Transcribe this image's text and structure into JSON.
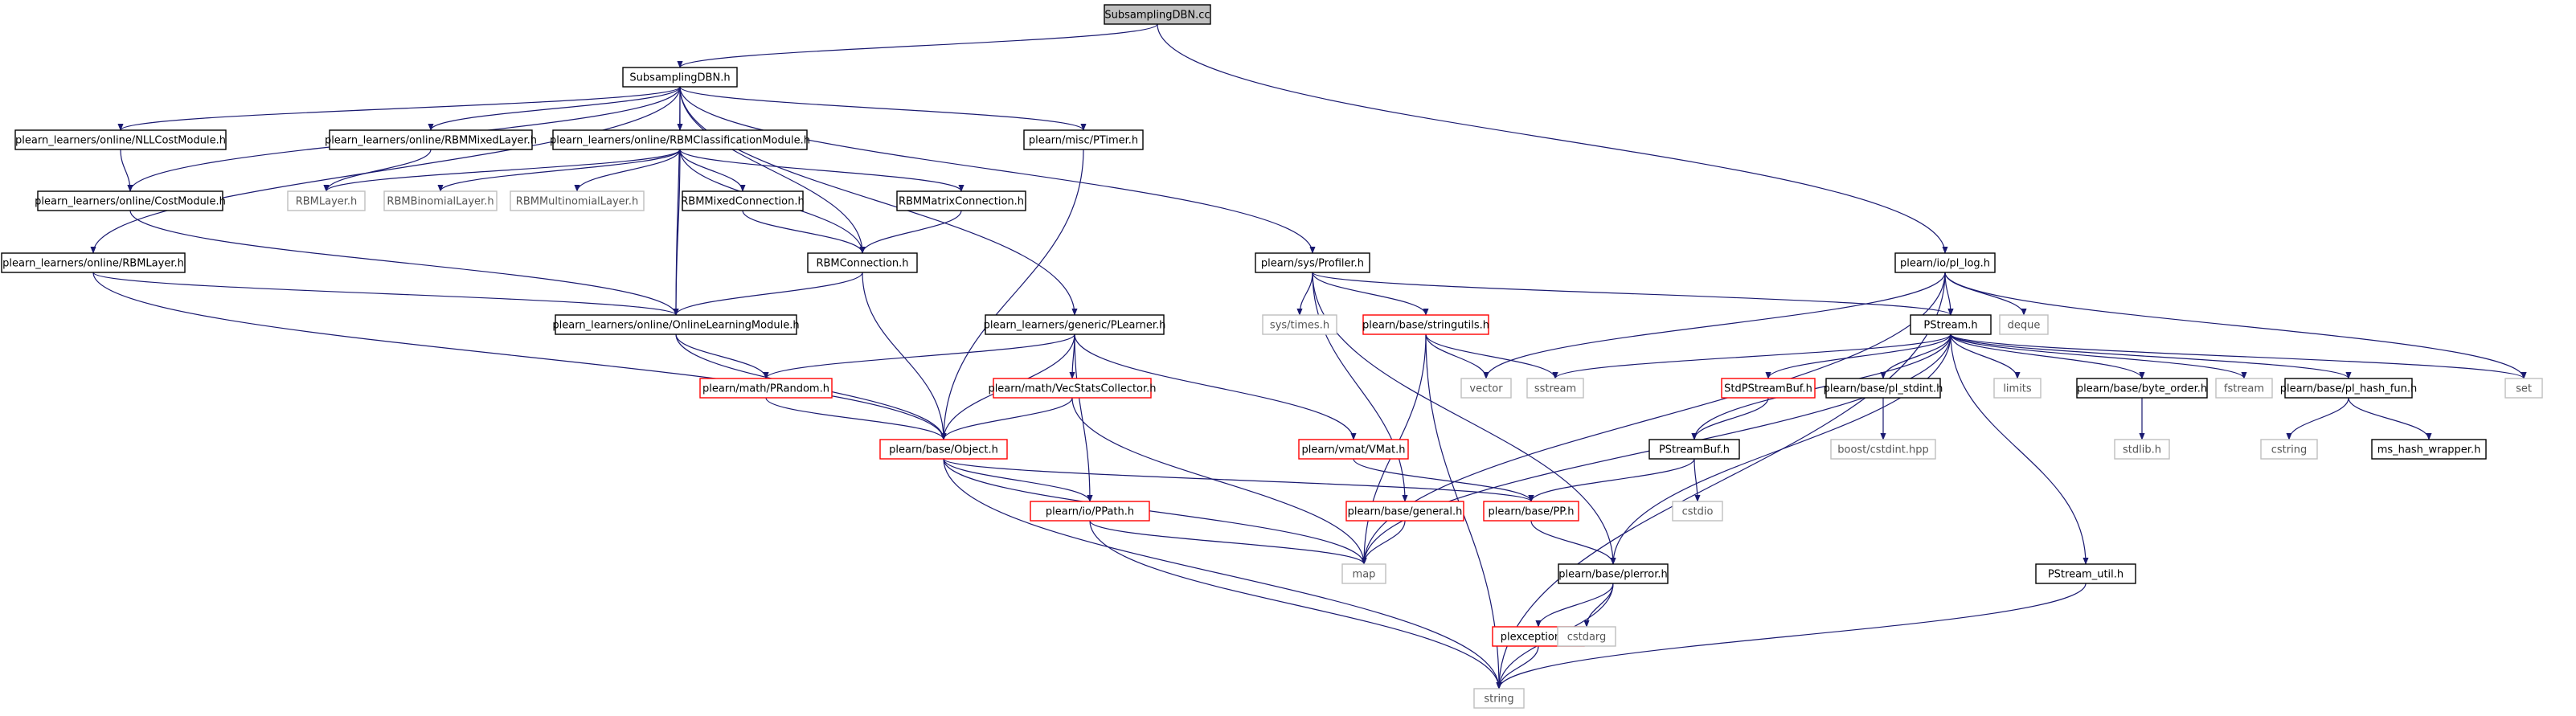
{
  "colors": {
    "edge": "#191970",
    "box_normal": "#000000",
    "box_truncated": "#ff0000",
    "box_system": "#bfbfbf",
    "root_fill": "#bfbfbf",
    "text_normal": "#000000",
    "text_system": "#555555"
  },
  "nodes": [
    {
      "id": "n1",
      "label": "SubsamplingDBN.cc",
      "kind": "root"
    },
    {
      "id": "n2",
      "label": "SubsamplingDBN.h",
      "kind": "normal"
    },
    {
      "id": "n3",
      "label": "plearn/io/pl_log.h",
      "kind": "normal"
    },
    {
      "id": "n4",
      "label": "plearn_learners/online/RBMLayer.h",
      "kind": "normal"
    },
    {
      "id": "n5",
      "label": "plearn_learners/online/NLLCostModule.h",
      "kind": "normal"
    },
    {
      "id": "n6",
      "label": "plearn_learners/online/CostModule.h",
      "kind": "normal"
    },
    {
      "id": "n7",
      "label": "plearn_learners/online/RBMMixedLayer.h",
      "kind": "normal"
    },
    {
      "id": "n8",
      "label": "plearn_learners/online/RBMClassificationModule.h",
      "kind": "normal"
    },
    {
      "id": "n9",
      "label": "plearn/misc/PTimer.h",
      "kind": "normal"
    },
    {
      "id": "n10",
      "label": "RBMLayer.h",
      "kind": "system"
    },
    {
      "id": "n11",
      "label": "RBMBinomialLayer.h",
      "kind": "system"
    },
    {
      "id": "n12",
      "label": "RBMMultinomialLayer.h",
      "kind": "system"
    },
    {
      "id": "n13",
      "label": "RBMMixedConnection.h",
      "kind": "normal"
    },
    {
      "id": "n14",
      "label": "RBMMatrixConnection.h",
      "kind": "normal"
    },
    {
      "id": "n15",
      "label": "RBMConnection.h",
      "kind": "normal"
    },
    {
      "id": "n16",
      "label": "plearn_learners/online/OnlineLearningModule.h",
      "kind": "normal"
    },
    {
      "id": "n17",
      "label": "plearn/math/PRandom.h",
      "kind": "truncated"
    },
    {
      "id": "n18",
      "label": "plearn_learners/generic/PLearner.h",
      "kind": "normal"
    },
    {
      "id": "n19",
      "label": "plearn/math/VecStatsCollector.h",
      "kind": "truncated"
    },
    {
      "id": "n20",
      "label": "plearn/base/Object.h",
      "kind": "truncated"
    },
    {
      "id": "n21",
      "label": "plearn/vmat/VMat.h",
      "kind": "truncated"
    },
    {
      "id": "n22",
      "label": "plearn/io/PPath.h",
      "kind": "truncated"
    },
    {
      "id": "n23",
      "label": "plearn/sys/Profiler.h",
      "kind": "normal"
    },
    {
      "id": "n24",
      "label": "sys/times.h",
      "kind": "system"
    },
    {
      "id": "n25",
      "label": "plearn/base/stringutils.h",
      "kind": "truncated"
    },
    {
      "id": "n26",
      "label": "vector",
      "kind": "system"
    },
    {
      "id": "n27",
      "label": "sstream",
      "kind": "system"
    },
    {
      "id": "n28",
      "label": "plearn/base/general.h",
      "kind": "truncated"
    },
    {
      "id": "n29",
      "label": "plearn/base/PP.h",
      "kind": "truncated"
    },
    {
      "id": "n30",
      "label": "map",
      "kind": "system"
    },
    {
      "id": "n31",
      "label": "plearn/base/plerror.h",
      "kind": "normal"
    },
    {
      "id": "n32",
      "label": "plexceptions.h",
      "kind": "truncated"
    },
    {
      "id": "n33",
      "label": "cstdarg",
      "kind": "system"
    },
    {
      "id": "n34",
      "label": "string",
      "kind": "system"
    },
    {
      "id": "n35",
      "label": "PStream.h",
      "kind": "normal"
    },
    {
      "id": "n36",
      "label": "deque",
      "kind": "system"
    },
    {
      "id": "n37",
      "label": "StdPStreamBuf.h",
      "kind": "truncated"
    },
    {
      "id": "n38",
      "label": "plearn/base/pl_stdint.h",
      "kind": "normal"
    },
    {
      "id": "n39",
      "label": "limits",
      "kind": "system"
    },
    {
      "id": "n40",
      "label": "plearn/base/byte_order.h",
      "kind": "normal"
    },
    {
      "id": "n41",
      "label": "fstream",
      "kind": "system"
    },
    {
      "id": "n42",
      "label": "plearn/base/pl_hash_fun.h",
      "kind": "normal"
    },
    {
      "id": "n43",
      "label": "set",
      "kind": "system"
    },
    {
      "id": "n44",
      "label": "PStreamBuf.h",
      "kind": "normal"
    },
    {
      "id": "n45",
      "label": "boost/cstdint.hpp",
      "kind": "system"
    },
    {
      "id": "n46",
      "label": "stdlib.h",
      "kind": "system"
    },
    {
      "id": "n47",
      "label": "cstring",
      "kind": "system"
    },
    {
      "id": "n48",
      "label": "ms_hash_wrapper.h",
      "kind": "normal"
    },
    {
      "id": "n49",
      "label": "cstdio",
      "kind": "system"
    },
    {
      "id": "n50",
      "label": "PStream_util.h",
      "kind": "normal"
    }
  ],
  "edges": [
    [
      "n1",
      "n2"
    ],
    [
      "n1",
      "n3"
    ],
    [
      "n2",
      "n4"
    ],
    [
      "n2",
      "n5"
    ],
    [
      "n2",
      "n6"
    ],
    [
      "n2",
      "n7"
    ],
    [
      "n2",
      "n8"
    ],
    [
      "n2",
      "n9"
    ],
    [
      "n2",
      "n15"
    ],
    [
      "n2",
      "n16"
    ],
    [
      "n2",
      "n18"
    ],
    [
      "n2",
      "n23"
    ],
    [
      "n5",
      "n6"
    ],
    [
      "n6",
      "n16"
    ],
    [
      "n4",
      "n16"
    ],
    [
      "n4",
      "n20"
    ],
    [
      "n7",
      "n10"
    ],
    [
      "n8",
      "n10"
    ],
    [
      "n8",
      "n11"
    ],
    [
      "n8",
      "n12"
    ],
    [
      "n8",
      "n13"
    ],
    [
      "n8",
      "n14"
    ],
    [
      "n8",
      "n15"
    ],
    [
      "n8",
      "n16"
    ],
    [
      "n13",
      "n15"
    ],
    [
      "n14",
      "n15"
    ],
    [
      "n15",
      "n16"
    ],
    [
      "n15",
      "n20"
    ],
    [
      "n16",
      "n17"
    ],
    [
      "n16",
      "n20"
    ],
    [
      "n17",
      "n20"
    ],
    [
      "n9",
      "n20"
    ],
    [
      "n18",
      "n17"
    ],
    [
      "n18",
      "n19"
    ],
    [
      "n18",
      "n20"
    ],
    [
      "n18",
      "n21"
    ],
    [
      "n18",
      "n22"
    ],
    [
      "n19",
      "n20"
    ],
    [
      "n19",
      "n30"
    ],
    [
      "n21",
      "n29"
    ],
    [
      "n20",
      "n22"
    ],
    [
      "n20",
      "n29"
    ],
    [
      "n20",
      "n30"
    ],
    [
      "n20",
      "n34"
    ],
    [
      "n22",
      "n30"
    ],
    [
      "n22",
      "n34"
    ],
    [
      "n23",
      "n24"
    ],
    [
      "n23",
      "n25"
    ],
    [
      "n23",
      "n28"
    ],
    [
      "n23",
      "n31"
    ],
    [
      "n23",
      "n35"
    ],
    [
      "n25",
      "n26"
    ],
    [
      "n25",
      "n27"
    ],
    [
      "n25",
      "n30"
    ],
    [
      "n25",
      "n34"
    ],
    [
      "n28",
      "n30"
    ],
    [
      "n29",
      "n31"
    ],
    [
      "n31",
      "n32"
    ],
    [
      "n31",
      "n33"
    ],
    [
      "n31",
      "n34"
    ],
    [
      "n32",
      "n34"
    ],
    [
      "n3",
      "n35"
    ],
    [
      "n3",
      "n36"
    ],
    [
      "n3",
      "n26"
    ],
    [
      "n3",
      "n43"
    ],
    [
      "n3",
      "n30"
    ],
    [
      "n3",
      "n34"
    ],
    [
      "n35",
      "n27"
    ],
    [
      "n35",
      "n37"
    ],
    [
      "n35",
      "n38"
    ],
    [
      "n35",
      "n39"
    ],
    [
      "n35",
      "n40"
    ],
    [
      "n35",
      "n41"
    ],
    [
      "n35",
      "n42"
    ],
    [
      "n35",
      "n43"
    ],
    [
      "n35",
      "n44"
    ],
    [
      "n35",
      "n30"
    ],
    [
      "n35",
      "n31"
    ],
    [
      "n35",
      "n50"
    ],
    [
      "n37",
      "n44"
    ],
    [
      "n38",
      "n45"
    ],
    [
      "n40",
      "n46"
    ],
    [
      "n42",
      "n47"
    ],
    [
      "n42",
      "n48"
    ],
    [
      "n44",
      "n49"
    ],
    [
      "n44",
      "n29"
    ],
    [
      "n50",
      "n34"
    ]
  ]
}
